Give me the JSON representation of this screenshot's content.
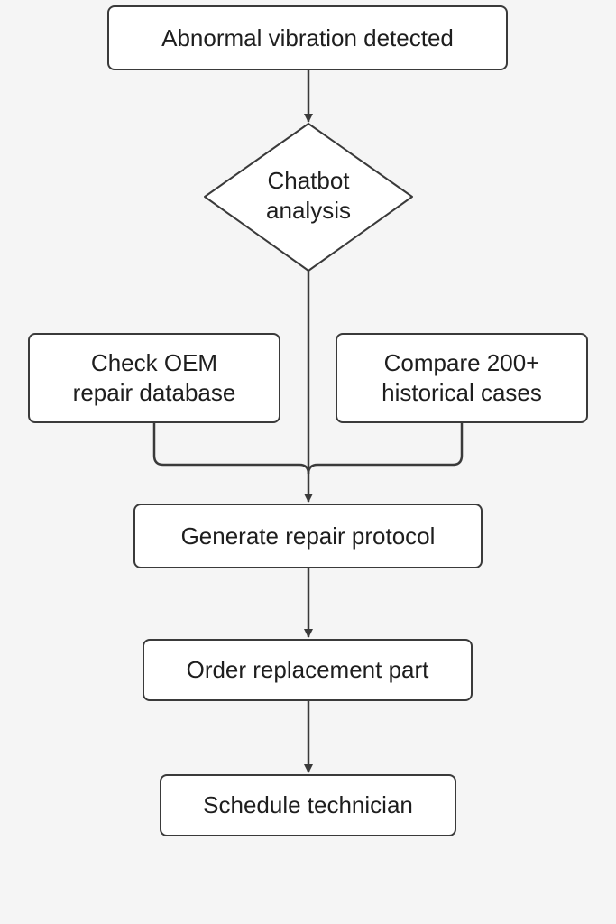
{
  "flowchart": {
    "start": "Abnormal vibration detected",
    "decision_line1": "Chatbot",
    "decision_line2": "analysis",
    "left_line1": "Check OEM",
    "left_line2": "repair database",
    "right_line1": "Compare 200+",
    "right_line2": "historical cases",
    "generate": "Generate repair protocol",
    "order": "Order replacement part",
    "schedule": "Schedule technician"
  },
  "colors": {
    "background": "#f5f5f5",
    "node_fill": "#ffffff",
    "stroke": "#3a3a3a",
    "text": "#1e1e1e"
  }
}
